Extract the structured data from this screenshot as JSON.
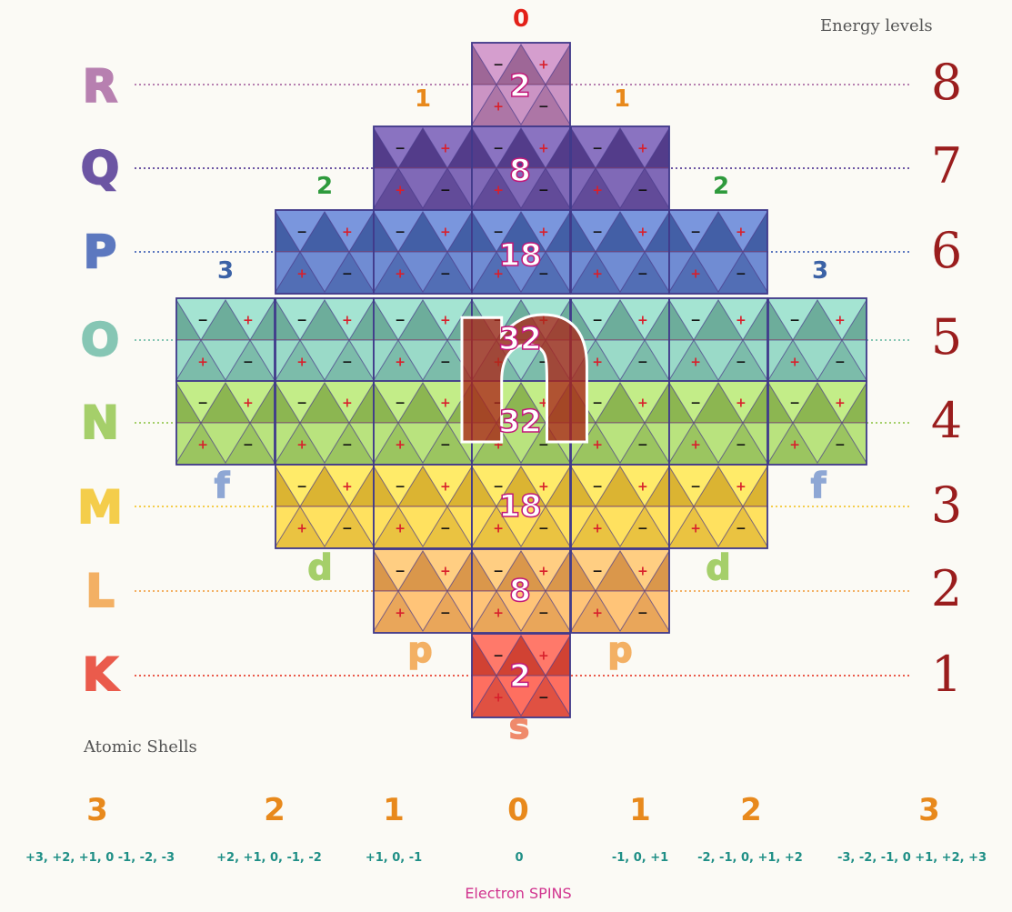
{
  "labels": {
    "energy_levels_title": "Energy levels",
    "atomic_shells_title": "Atomic Shells",
    "electron_spins_title": "Electron SPINS",
    "principal_symbol": "n"
  },
  "shells": [
    {
      "letter": "R",
      "level": "8",
      "color": "#b780b0"
    },
    {
      "letter": "Q",
      "level": "7",
      "color": "#6c55a3"
    },
    {
      "letter": "P",
      "level": "6",
      "color": "#5c78bf"
    },
    {
      "letter": "O",
      "level": "5",
      "color": "#86c6b4"
    },
    {
      "letter": "N",
      "level": "4",
      "color": "#a5cf6a"
    },
    {
      "letter": "M",
      "level": "3",
      "color": "#f4cd4b"
    },
    {
      "letter": "L",
      "level": "2",
      "color": "#f3b064"
    },
    {
      "letter": "K",
      "level": "1",
      "color": "#ea5b4c"
    }
  ],
  "capacities": [
    "2",
    "8",
    "18",
    "32",
    "32",
    "18",
    "8",
    "2"
  ],
  "subshells": {
    "s": {
      "label": "s",
      "color": "#ef8a6b"
    },
    "p": {
      "label": "p",
      "color": "#f3b064"
    },
    "d": {
      "label": "d",
      "color": "#a5cf6a"
    },
    "f": {
      "label": "f",
      "color": "#8ea7d4"
    }
  },
  "top_l_values": [
    {
      "value": "0",
      "color": "#e32119"
    },
    {
      "value": "1",
      "color": "#e8891c"
    },
    {
      "value": "1",
      "color": "#e8891c"
    },
    {
      "value": "2",
      "color": "#2e9a3c"
    },
    {
      "value": "2",
      "color": "#2e9a3c"
    },
    {
      "value": "3",
      "color": "#3b62a6"
    },
    {
      "value": "3",
      "color": "#3b62a6"
    }
  ],
  "bottom_l_values": [
    "3",
    "2",
    "1",
    "0",
    "1",
    "2",
    "3"
  ],
  "spin_values": [
    "+3, +2, +1, 0 -1, -2, -3",
    "+2, +1, 0, -1, -2",
    "+1, 0, -1",
    "0",
    "-1, 0, +1",
    "-2, -1, 0, +1, +2",
    "-3, -2, -1, 0 +1, +2, +3"
  ],
  "colors": {
    "level_number": "#9a1d1d",
    "capacity_stroke": "#c2187a",
    "spin_value": "#1f8f86",
    "bottom_l": "#e8891c",
    "spins_title": "#d1348f"
  },
  "icon_names": {
    "cell": "tetrahedron-cell-icon"
  }
}
